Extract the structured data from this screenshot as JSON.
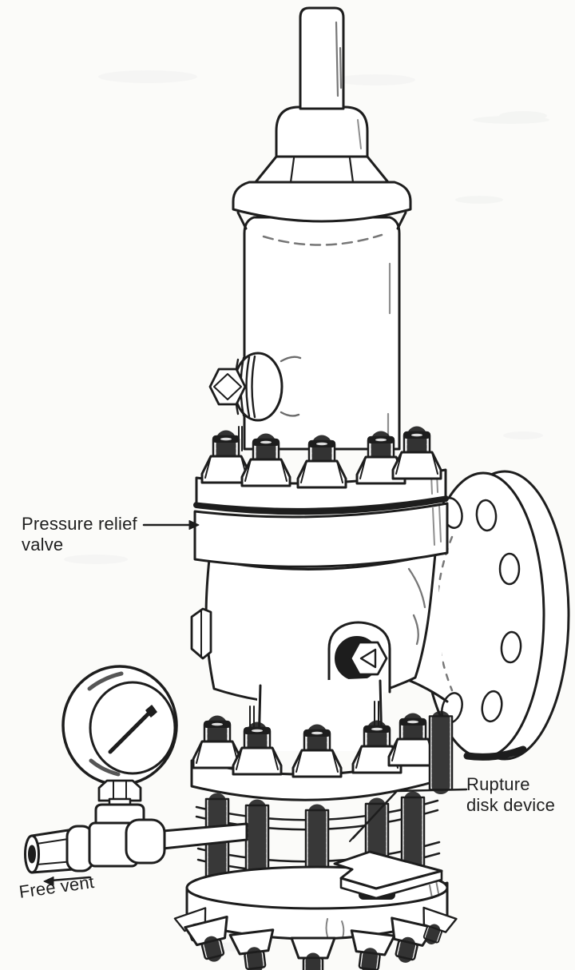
{
  "figure": {
    "background_color": "#fbfbf9",
    "ink_color": "#1d1d1d"
  },
  "labels": {
    "pressure_relief_valve": "Pressure relief valve",
    "rupture_disk_device": "Rupture disk device",
    "free_vent": "Free vent"
  }
}
